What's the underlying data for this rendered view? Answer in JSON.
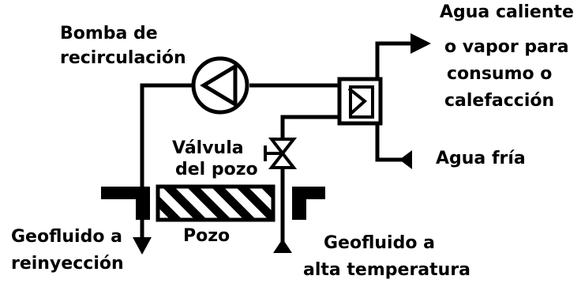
{
  "labels": {
    "pump": [
      "Bomba de",
      "recirculación"
    ],
    "hot_water": [
      "Agua caliente",
      "o vapor para",
      "consumo o",
      "calefacción"
    ],
    "valve": [
      "Válvula",
      "del pozo"
    ],
    "cold_water": "Agua fría",
    "reinjection": [
      "Geofluido a",
      "reinyección"
    ],
    "well": "Pozo",
    "high_temp": [
      "Geofluido a",
      "alta temperatura"
    ]
  },
  "colors": {
    "line": "#000000",
    "background": "#ffffff"
  }
}
